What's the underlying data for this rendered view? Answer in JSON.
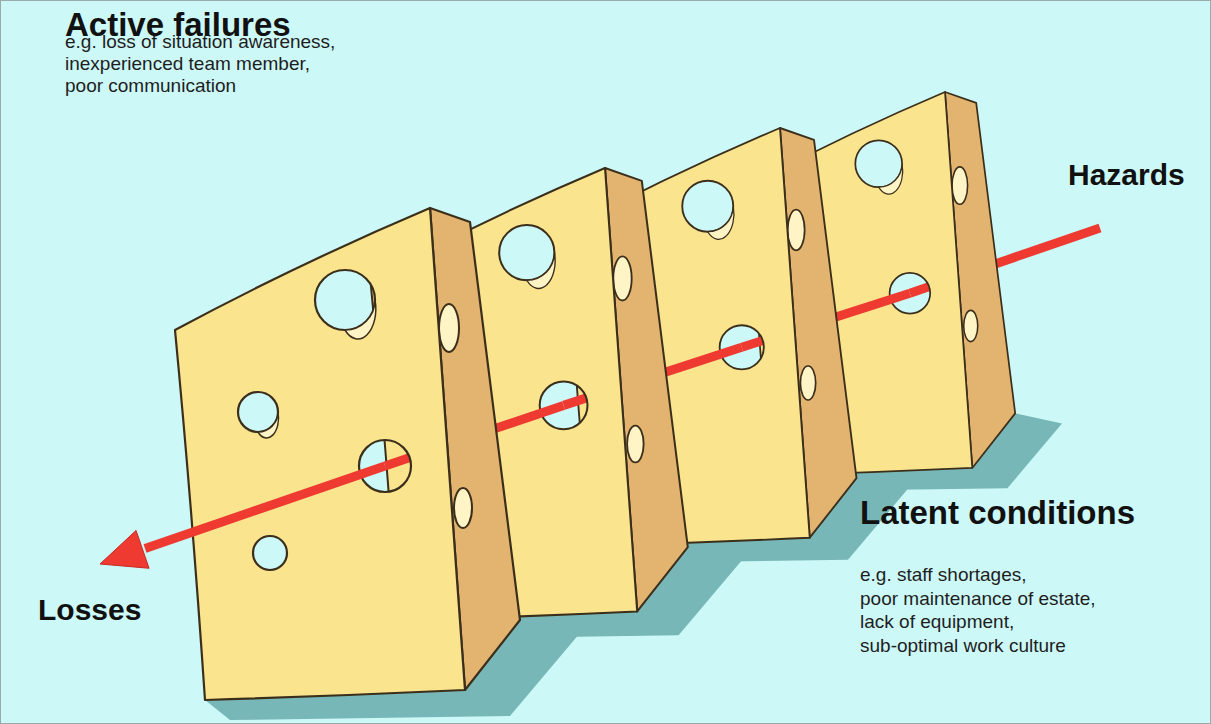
{
  "diagram": {
    "labels": [
      "Active failures",
      "e.g. loss of situation awareness, inexperienced team member, poor communication",
      "Hazards",
      "Latent conditions",
      "e.g. staff shortages, poor maintenance of estate, lack of equipment, sub-optimal work culture",
      "Losses"
    ]
  }
}
